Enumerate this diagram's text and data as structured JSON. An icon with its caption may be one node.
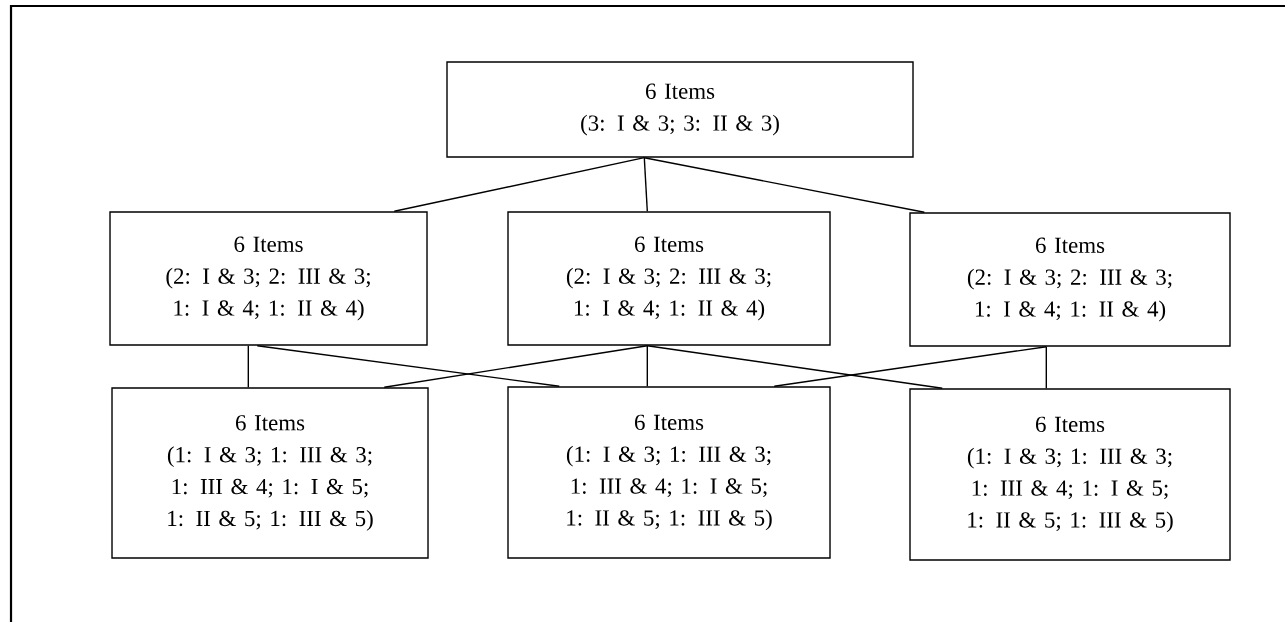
{
  "diagram": {
    "nodes": [
      {
        "text": [
          "6 Items",
          "(3: I & 3; 3: II & 3)"
        ]
      },
      {
        "text": [
          "6 Items",
          "(2: I & 3; 2: III & 3; 1: I & 4; 1: II & 4)"
        ]
      },
      {
        "text": [
          "6 Items",
          "(2: I & 3; 2: III & 3; 1: I & 4; 1: II & 4)"
        ]
      },
      {
        "text": [
          "6 Items",
          "(2: I & 3; 2: III & 3; 1: I & 4; 1: II & 4)"
        ]
      },
      {
        "text": [
          "6 Items",
          "(1: I & 3; 1: III & 3; 1: III & 4; 1: I & 5; 1: II & 5; 1: III & 5)"
        ]
      },
      {
        "text": [
          "6 Items",
          "(1: I & 3; 1: III & 3; 1: III & 4; 1: I & 5; 1: II & 5; 1: III & 5)"
        ]
      },
      {
        "text": [
          "6 Items",
          "(1: I & 3; 1: III & 3; 1: III & 4; 1: I & 5; 1: II & 5; 1: III & 5)"
        ]
      }
    ],
    "edges": [
      {
        "from": 0,
        "to": 1,
        "arrow": "none"
      },
      {
        "from": 0,
        "to": 2,
        "arrow": "none"
      },
      {
        "from": 0,
        "to": 3,
        "arrow": "none"
      },
      {
        "from": 1,
        "to": 4,
        "arrow": "none"
      },
      {
        "from": 1,
        "to": 5,
        "arrow": "none"
      },
      {
        "from": 2,
        "to": 4,
        "arrow": "none"
      },
      {
        "from": 2,
        "to": 5,
        "arrow": "none"
      },
      {
        "from": 2,
        "to": 6,
        "arrow": "none"
      },
      {
        "from": 3,
        "to": 5,
        "arrow": "none"
      },
      {
        "from": 3,
        "to": 6,
        "arrow": "none"
      }
    ]
  }
}
